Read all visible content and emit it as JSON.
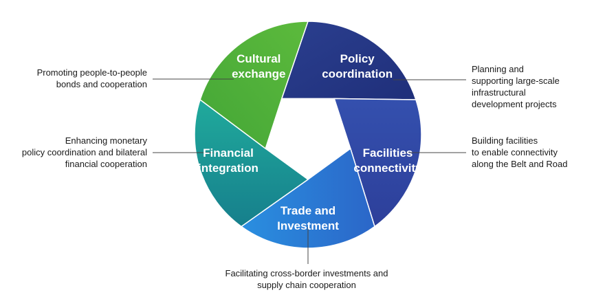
{
  "segments": [
    {
      "id": "policy-coordination",
      "lines": [
        "Policy",
        "coordination"
      ],
      "color": "#243a8c",
      "description": [
        "Planning and",
        "supporting large-scale",
        "infrastructural",
        "development projects"
      ]
    },
    {
      "id": "facilities-connectivity",
      "lines": [
        "Facilities",
        "connectivity"
      ],
      "color": "#3149a8",
      "description": [
        "Building facilities",
        "to enable connectivity",
        "along the Belt and Road"
      ]
    },
    {
      "id": "trade-and-investment",
      "lines": [
        "Trade and",
        "Investment"
      ],
      "color": "#2a7fd6",
      "description": [
        "Facilitating cross-border investments and",
        "supply chain cooperation"
      ]
    },
    {
      "id": "financial-integration",
      "lines": [
        "Financial",
        "integration"
      ],
      "color": "#1a9e9a",
      "description": [
        "Enhancing monetary",
        "policy coordination and bilateral",
        "financial cooperation"
      ]
    },
    {
      "id": "cultural-exchange",
      "lines": [
        "Cultural",
        "exchange"
      ],
      "color": "#52b238",
      "description": [
        "Promoting people-to-people",
        "bonds and cooperation"
      ]
    }
  ],
  "colors": {
    "leader_line": "#444444",
    "background": "#ffffff"
  }
}
